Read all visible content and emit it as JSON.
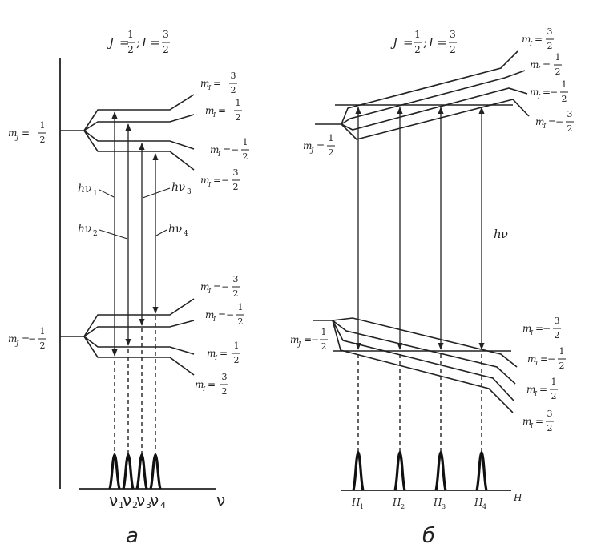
{
  "panel_a": {
    "header": {
      "j_sym": "J",
      "j_num": "1",
      "j_den": "2",
      "i_sym": "I",
      "i_num": "3",
      "i_den": "2"
    },
    "upper_main": {
      "sym": "m",
      "sub": "J",
      "sign": "",
      "num": "1",
      "den": "2"
    },
    "lower_main": {
      "sym": "m",
      "sub": "J",
      "sign": "−",
      "num": "1",
      "den": "2"
    },
    "upper_levels": [
      {
        "sym": "m",
        "sub": "I",
        "sign": "",
        "num": "3",
        "den": "2"
      },
      {
        "sym": "m",
        "sub": "I",
        "sign": "",
        "num": "1",
        "den": "2"
      },
      {
        "sym": "m",
        "sub": "I",
        "sign": "−",
        "num": "1",
        "den": "2"
      },
      {
        "sym": "m",
        "sub": "I",
        "sign": "−",
        "num": "3",
        "den": "2"
      }
    ],
    "lower_levels": [
      {
        "sym": "m",
        "sub": "I",
        "sign": "−",
        "num": "3",
        "den": "2"
      },
      {
        "sym": "m",
        "sub": "I",
        "sign": "−",
        "num": "1",
        "den": "2"
      },
      {
        "sym": "m",
        "sub": "I",
        "sign": "",
        "num": "1",
        "den": "2"
      },
      {
        "sym": "m",
        "sub": "I",
        "sign": "",
        "num": "3",
        "den": "2"
      }
    ],
    "transitions": [
      {
        "h": "h",
        "nu": "ν",
        "sub": "1"
      },
      {
        "h": "h",
        "nu": "ν",
        "sub": "2"
      },
      {
        "h": "h",
        "nu": "ν",
        "sub": "3"
      },
      {
        "h": "h",
        "nu": "ν",
        "sub": "4"
      }
    ],
    "peaks": [
      {
        "nu": "ν",
        "sub": "1"
      },
      {
        "nu": "ν",
        "sub": "2"
      },
      {
        "nu": "ν",
        "sub": "3"
      },
      {
        "nu": "ν",
        "sub": "4"
      }
    ],
    "axis_label": "ν",
    "caption": "а"
  },
  "panel_b": {
    "header": {
      "j_sym": "J",
      "j_num": "1",
      "j_den": "2",
      "i_sym": "I",
      "i_num": "3",
      "i_den": "2"
    },
    "upper_main": {
      "sym": "m",
      "sub": "J",
      "sign": "",
      "num": "1",
      "den": "2"
    },
    "lower_main": {
      "sym": "m",
      "sub": "J",
      "sign": "−",
      "num": "1",
      "den": "2"
    },
    "upper_levels": [
      {
        "sym": "m",
        "sub": "I",
        "sign": "",
        "num": "3",
        "den": "2"
      },
      {
        "sym": "m",
        "sub": "I",
        "sign": "",
        "num": "1",
        "den": "2"
      },
      {
        "sym": "m",
        "sub": "I",
        "sign": "−",
        "num": "1",
        "den": "2"
      },
      {
        "sym": "m",
        "sub": "I",
        "sign": "−",
        "num": "3",
        "den": "2"
      }
    ],
    "lower_levels": [
      {
        "sym": "m",
        "sub": "I",
        "sign": "−",
        "num": "3",
        "den": "2"
      },
      {
        "sym": "m",
        "sub": "I",
        "sign": "−",
        "num": "1",
        "den": "2"
      },
      {
        "sym": "m",
        "sub": "I",
        "sign": "",
        "num": "1",
        "den": "2"
      },
      {
        "sym": "m",
        "sub": "I",
        "sign": "",
        "num": "3",
        "den": "2"
      }
    ],
    "energy_h": "h",
    "energy_nu": "ν",
    "fields": [
      {
        "sym": "H",
        "sub": "1"
      },
      {
        "sym": "H",
        "sub": "2"
      },
      {
        "sym": "H",
        "sub": "3"
      },
      {
        "sym": "H",
        "sub": "4"
      }
    ],
    "axis_label": "H",
    "caption": "б"
  }
}
